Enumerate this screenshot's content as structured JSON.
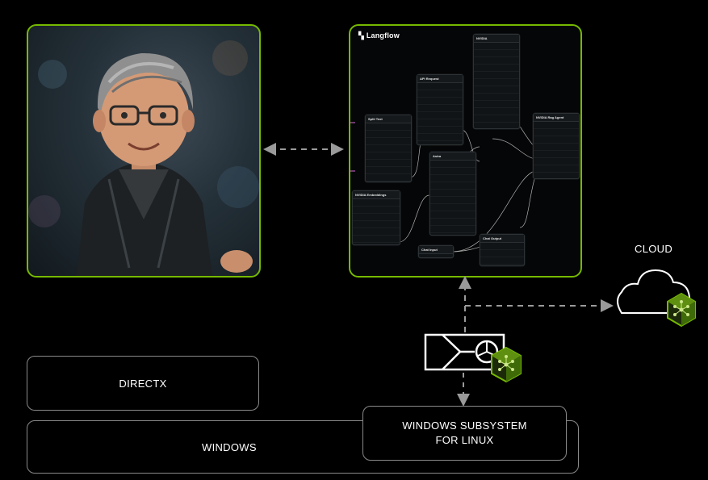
{
  "langflow": {
    "brand": "Langflow",
    "nodes": [
      {
        "title": "Split Text"
      },
      {
        "title": "NVIDIA Embeddings"
      },
      {
        "title": "API Request"
      },
      {
        "title": "Astra"
      },
      {
        "title": "NVIDIA"
      },
      {
        "title": "NVIDIA Rag Agent"
      },
      {
        "title": "Chat Input"
      },
      {
        "title": "Chat Output"
      }
    ]
  },
  "labels": {
    "cloud": "CLOUD",
    "directx": "DIRECTX",
    "windows": "WINDOWS",
    "wsl_line1": "WINDOWS SUBSYSTEM",
    "wsl_line2": "FOR LINUX"
  },
  "colors": {
    "accent": "#76b900",
    "background": "#000000",
    "border": "#8a8a8a",
    "arrow": "#9a9a9a"
  },
  "icons": [
    "gpu-card-icon",
    "nim-cube-icon",
    "cloud-icon",
    "langflow-logo-icon"
  ]
}
